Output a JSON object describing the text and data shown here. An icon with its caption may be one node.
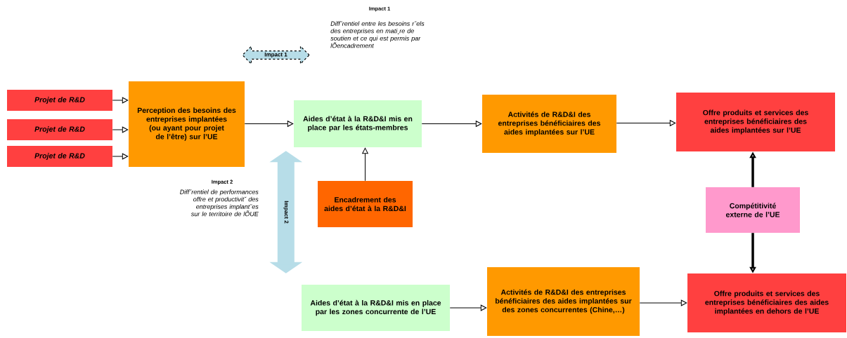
{
  "diagram": {
    "nodes": [
      {
        "text": [
          "Projet de R&D"
        ]
      },
      {
        "text": [
          "Projet de R&D"
        ]
      },
      {
        "text": [
          "Projet de R&D"
        ]
      },
      {
        "text": [
          "Perception des besoins des entreprises implantées (ou ayant pour projet de l’être) sur l’UE"
        ]
      },
      {
        "text": [
          "Aides d’état à la R&D&I mis en place par les états-membres"
        ]
      },
      {
        "text": [
          "Activités de R&D&I des entreprises bénéficiaires des aides implantées sur l’UE"
        ]
      },
      {
        "text": [
          "Offre produits et services des entreprises bénéficiaires des aides implantées sur l’UE"
        ]
      },
      {
        "text": [
          "Encadrement des aides d’état à la R&D&I"
        ]
      },
      {
        "text": [
          "Compétitivité externe de l’UE"
        ]
      },
      {
        "text": [
          "Aides d’état à la R&D&I mis en place par les zones concurrente de l’UE"
        ]
      },
      {
        "text": [
          "Activités de R&D&I des entreprises bénéficiaires des aides implantées sur des zones concurrentes (Chine,…)"
        ]
      },
      {
        "text": [
          "Offre produits et services des entreprises bénéficiaires des aides implantées en dehors de l’UE"
        ]
      },
      {
        "text": [
          "Impact 1"
        ]
      }
    ],
    "edges": [
      {
        "from": 0,
        "to": 3,
        "arrow": "to"
      },
      {
        "from": 1,
        "to": 3,
        "arrow": "to"
      },
      {
        "from": 2,
        "to": 3,
        "arrow": "to"
      },
      {
        "from": 3,
        "to": 4,
        "arrow": "to"
      },
      {
        "from": 7,
        "to": 4,
        "arrow": "to"
      },
      {
        "from": 4,
        "to": 5,
        "arrow": "to"
      },
      {
        "from": 5,
        "to": 6,
        "arrow": "to"
      },
      {
        "from": 8,
        "to": 6,
        "arrow": "to",
        "style": "thick"
      },
      {
        "from": 8,
        "to": 11,
        "arrow": "to",
        "style": "thick"
      },
      {
        "from": 4,
        "to": 9,
        "arrow": "both",
        "label": "Impact 2",
        "style": "thick",
        "color": "#b7dde8"
      },
      {
        "from": 9,
        "to": 10,
        "arrow": "to"
      },
      {
        "from": 10,
        "to": 11,
        "arrow": "to"
      }
    ],
    "labels": [
      "Impact 1",
      "Diffˇrentiel entre les besoins rˇels des entreprises en mati¸re de soutien et ce qui est permis par lÕencadrement",
      "Impact 2",
      "Diffˇrentiel de performances offre et productivitˇ des entreprises implantˇes sur le territoire de lÕUE"
    ]
  }
}
